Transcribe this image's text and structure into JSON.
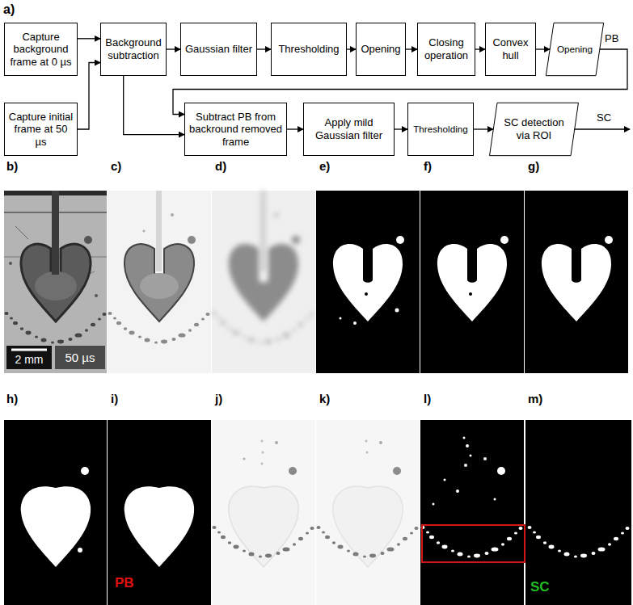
{
  "diagram": {
    "nodes": [
      {
        "text": [
          "Capture background frame at 0 µs"
        ]
      },
      {
        "text": [
          "Capture initial frame at 50 µs"
        ]
      },
      {
        "text": [
          "Background subtraction"
        ]
      },
      {
        "text": [
          "Gaussian filter"
        ]
      },
      {
        "text": [
          "Thresholding"
        ]
      },
      {
        "text": [
          "Opening"
        ]
      },
      {
        "text": [
          "Closing operation"
        ]
      },
      {
        "text": [
          "Convex hull"
        ]
      },
      {
        "text": [
          "Opening"
        ]
      },
      {
        "text": [
          "Subtract PB from backround removed frame"
        ]
      },
      {
        "text": [
          "Apply mild Gaussian filter"
        ]
      },
      {
        "text": [
          "Thresholding"
        ]
      },
      {
        "text": [
          "SC detection via ROI"
        ]
      }
    ],
    "edges": [
      {
        "from": 0,
        "to": 2,
        "arrow": "to"
      },
      {
        "from": 1,
        "to": 2,
        "arrow": "to"
      },
      {
        "from": 2,
        "to": 3,
        "arrow": "to"
      },
      {
        "from": 3,
        "to": 4,
        "arrow": "to"
      },
      {
        "from": 4,
        "to": 5,
        "arrow": "to"
      },
      {
        "from": 5,
        "to": 6,
        "arrow": "to"
      },
      {
        "from": 6,
        "to": 7,
        "arrow": "to"
      },
      {
        "from": 7,
        "to": 8,
        "arrow": "to"
      },
      {
        "from": 8,
        "to": 9,
        "label": "PB",
        "arrow": "to"
      },
      {
        "from": 2,
        "to": 9,
        "arrow": "to"
      },
      {
        "from": 9,
        "to": 10,
        "arrow": "to"
      },
      {
        "from": 10,
        "to": 11,
        "arrow": "to"
      },
      {
        "from": 11,
        "to": 12,
        "arrow": "to"
      }
    ],
    "labels": [
      "a)",
      "SC",
      "b)",
      "c)",
      "d)",
      "e)",
      "f)",
      "g)",
      "2 mm",
      "50 µs",
      "h)",
      "i)",
      "j)",
      "k)",
      "l)",
      "m)",
      "PB",
      "SC"
    ]
  }
}
